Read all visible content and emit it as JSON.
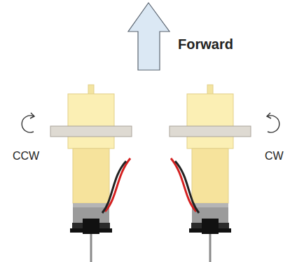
{
  "diagram": {
    "labels": [
      "Forward",
      "CCW",
      "CW"
    ]
  }
}
